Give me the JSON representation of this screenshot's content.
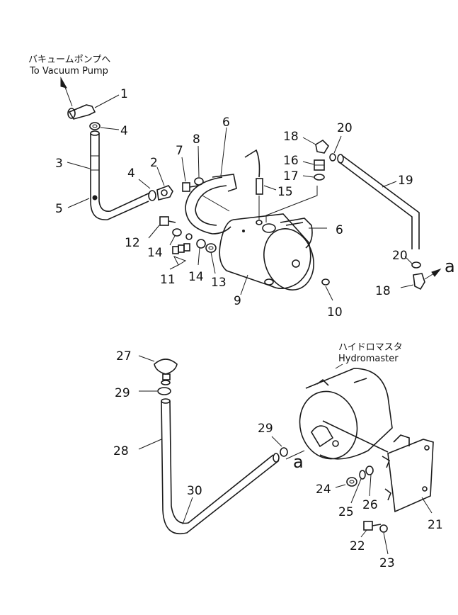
{
  "captions": {
    "vacuum_jp": "バキュームポンプへ",
    "vacuum_en": "To Vacuum Pump",
    "hydro_jp": "ハイドロマスタ",
    "hydro_en": "Hydromaster"
  },
  "part_numbers": {
    "p1": "1",
    "p2": "2",
    "p3": "3",
    "p4a": "4",
    "p4b": "4",
    "p5": "5",
    "p6a": "6",
    "p6b": "6",
    "p7": "7",
    "p8": "8",
    "p9": "9",
    "p10": "10",
    "p11": "11",
    "p12": "12",
    "p13": "13",
    "p14a": "14",
    "p14b": "14",
    "p15": "15",
    "p16": "16",
    "p17": "17",
    "p18a": "18",
    "p18b": "18",
    "p19": "19",
    "p20a": "20",
    "p20b": "20",
    "p21": "21",
    "p22": "22",
    "p23": "23",
    "p24": "24",
    "p25": "25",
    "p26": "26",
    "p27": "27",
    "p28": "28",
    "p29a": "29",
    "p29b": "29",
    "p30": "30"
  },
  "connection_marks": {
    "a_top": "a",
    "a_bottom": "a"
  }
}
